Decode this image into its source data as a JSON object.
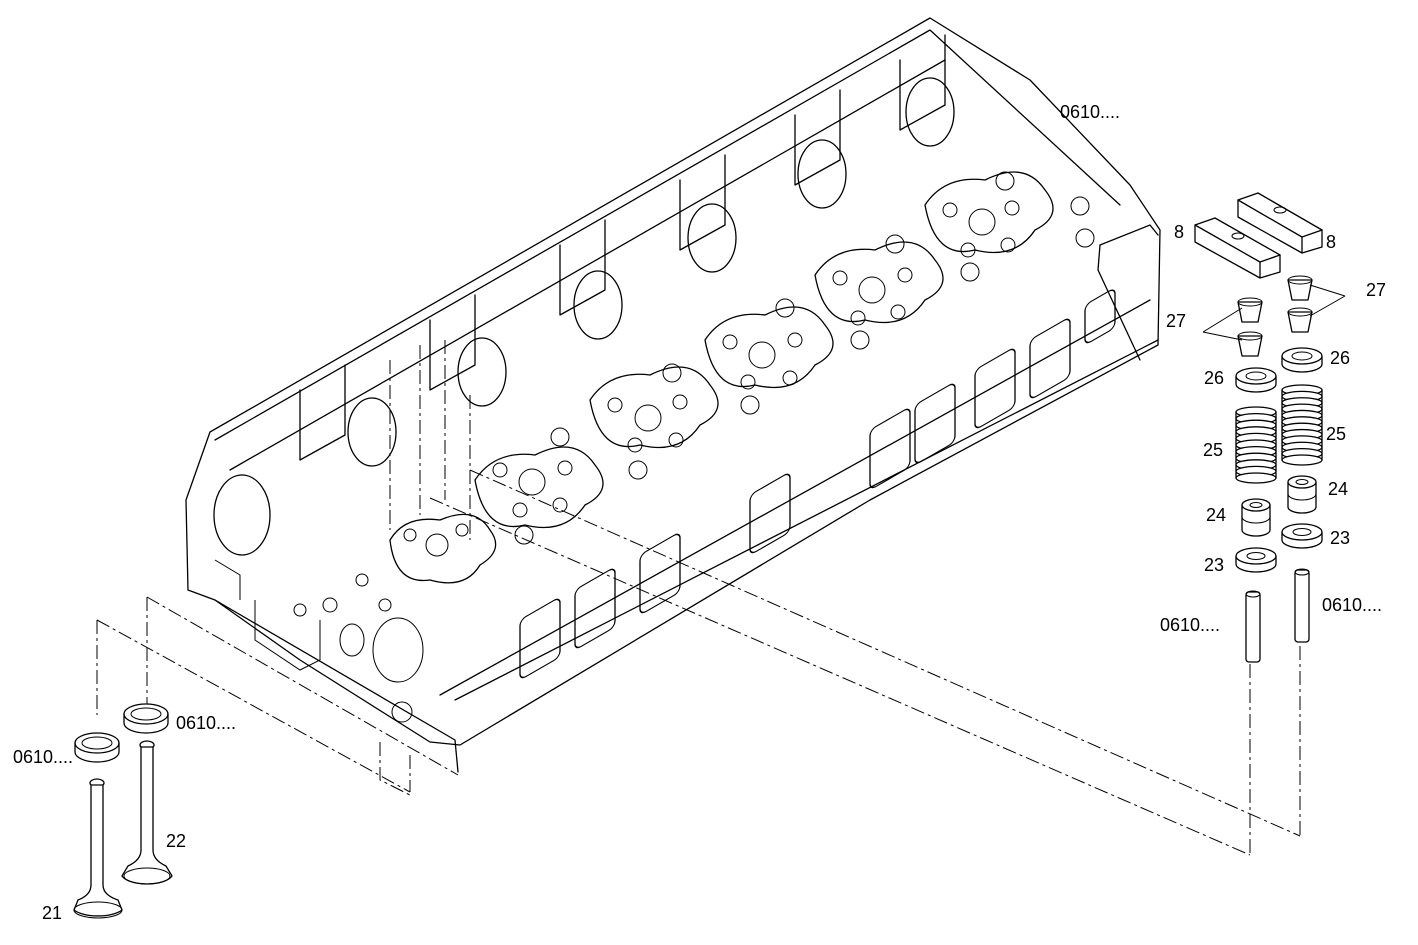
{
  "callouts": {
    "ref_head": "0610....",
    "ref_seat_left": "0610....",
    "ref_seat_right": "0610....",
    "ref_guide_left": "0610....",
    "ref_guide_right": "0610....",
    "n8a": "8",
    "n8b": "8",
    "n27a": "27",
    "n27b": "27",
    "n26a": "26",
    "n26b": "26",
    "n25a": "25",
    "n25b": "25",
    "n24a": "24",
    "n24b": "24",
    "n23a": "23",
    "n23b": "23",
    "n21": "21",
    "n22": "22"
  }
}
